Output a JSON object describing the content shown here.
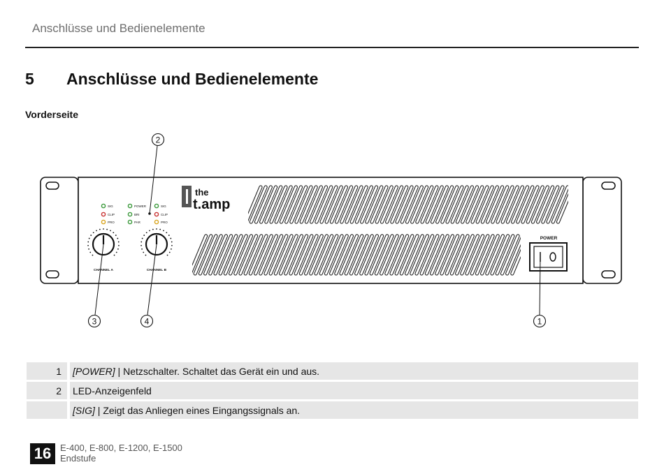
{
  "header": {
    "running_title": "Anschlüsse und Bedienelemente"
  },
  "section": {
    "number": "5",
    "title": "Anschlüsse und Bedienelemente"
  },
  "subheading": "Vorderseite",
  "device": {
    "brand_line1": "the",
    "brand_line2": "t.amp",
    "power_label": "POWER",
    "channel_a_label": "CHANNEL A",
    "channel_b_label": "CHANNEL B",
    "leds": {
      "sig": "SIG",
      "clip": "CLIP",
      "pro": "PRO",
      "power": "POWER",
      "bri": "BRI",
      "par": "PAR"
    },
    "callouts": [
      "1",
      "2",
      "3",
      "4"
    ]
  },
  "legend": {
    "row1": {
      "num": "1",
      "term": "[POWER]",
      "desc": " | Netzschalter. Schaltet das Gerät ein und aus."
    },
    "row2": {
      "num": "2",
      "text": "LED-Anzeigenfeld"
    },
    "row3": {
      "term": "[SIG]",
      "desc": " | Zeigt das Anliegen eines Eingangssignals an."
    }
  },
  "footer": {
    "page_number": "16",
    "models": "E-400, E-800, E-1200, E-1500",
    "product_type": "Endstufe"
  },
  "colors": {
    "led_green": "#3c9a3c",
    "led_red": "#c83232",
    "led_yellow": "#d9a520",
    "legend_bg": "#e6e6e6"
  }
}
